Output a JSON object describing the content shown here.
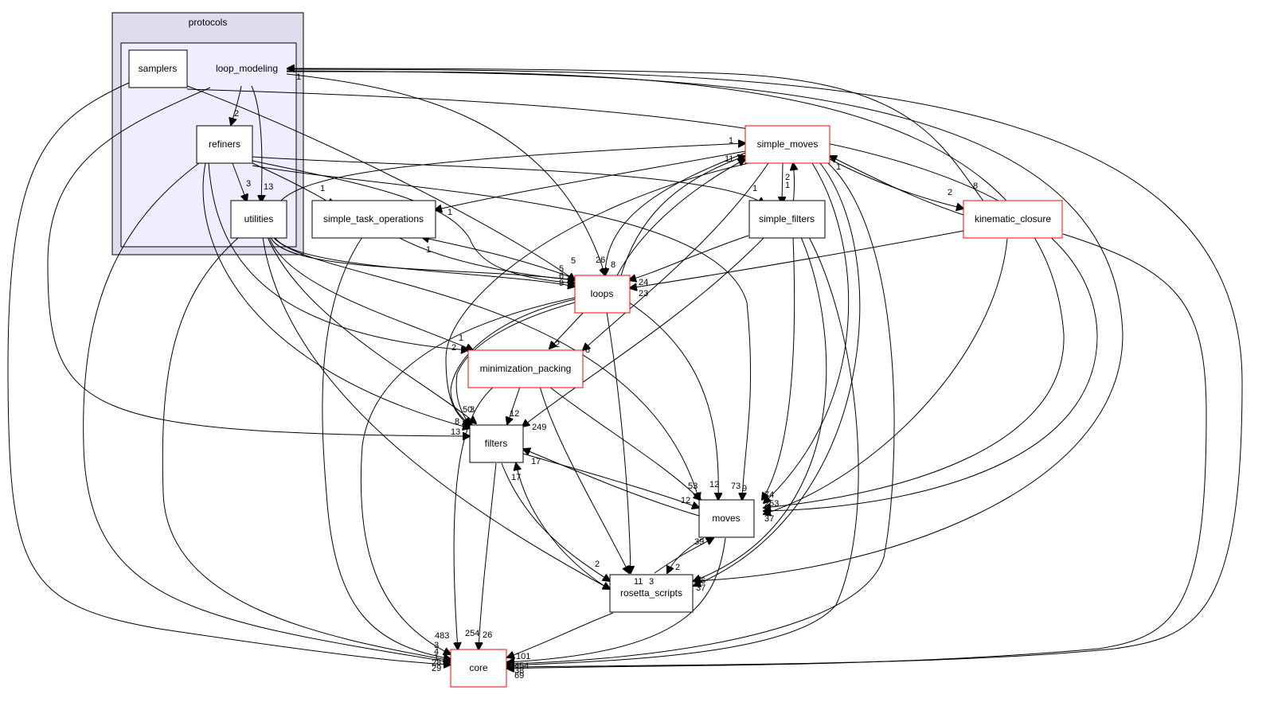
{
  "colors": {
    "cluster_outer": "#ddddee",
    "cluster_inner": "#eeeeff",
    "border_red": "#ff0000",
    "border_black": "#000000"
  },
  "clusters": {
    "protocols": "protocols"
  },
  "nodes": {
    "loop_modeling": "loop_modeling",
    "samplers": "samplers",
    "refiners": "refiners",
    "utilities": "utilities",
    "simple_task_operations": "simple_task_operations",
    "simple_moves": "simple_moves",
    "simple_filters": "simple_filters",
    "kinematic_closure": "kinematic_closure",
    "loops": "loops",
    "minimization_packing": "minimization_packing",
    "filters": "filters",
    "moves": "moves",
    "rosetta_scripts": "rosetta_scripts",
    "core": "core"
  },
  "edge_labels": {
    "lm_refiners": "2",
    "lm_utilities": "13",
    "ref_utilities": "3",
    "ref_sto": "1",
    "ref_sf": "1",
    "util_sm": "1",
    "sm_util": "11",
    "sm_sto": "1",
    "sto_loops": "1",
    "sm_sf": "2",
    "sf_sm": "1",
    "sm_kc": "2",
    "kc_sm": "1",
    "kc_lm": "8",
    "lm_back": "1",
    "loops_lm": "26",
    "sam_loops": "5",
    "ref_loops": "8",
    "util_loops_a": "5",
    "util_loops_b": "6",
    "util_loops_c": "9",
    "sf_loops": "24",
    "kc_loops": "23",
    "loops_mp": "2",
    "util_mp": "1",
    "ref_mp": "2",
    "sm_mp": "8",
    "filters_50": "50",
    "filters_3": "3",
    "filters_8": "8",
    "filters_12": "12",
    "filters_17a": "17",
    "filters_17b": "17",
    "filters_249": "249",
    "filters_13": "13",
    "moves_53": "53",
    "moves_12a": "12",
    "moves_73": "73",
    "moves_9": "9",
    "moves_12b": "12",
    "moves_74": "74",
    "moves_253": "253",
    "moves_4": "4",
    "moves_37": "37",
    "rs_11": "11",
    "rs_3": "3",
    "rs_2": "2",
    "rs_39": "39",
    "rs_16": "16",
    "rs_37": "37",
    "rs_2b": "2",
    "core_483": "483",
    "core_254": "254",
    "core_26": "26",
    "core_101": "101",
    "core_left": "3",
    "core_left2": "4",
    "core_left3": "1",
    "core_left4": "28",
    "core_left5": "29",
    "core_right": "454",
    "core_right2": "38",
    "core_right3": "69"
  }
}
